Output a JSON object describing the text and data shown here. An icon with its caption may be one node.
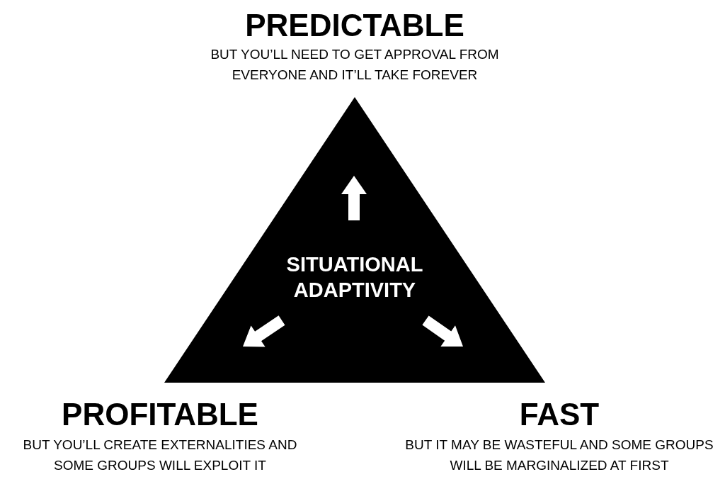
{
  "diagram": {
    "nodes": [
      {
        "text": [
          "SITUATIONAL ADAPTIVITY"
        ]
      }
    ],
    "labels": [
      "PREDICTABLE",
      "BUT YOU’LL NEED TO GET APPROVAL FROM EVERYONE AND IT’LL TAKE FOREVER",
      "PROFITABLE",
      "BUT YOU’LL CREATE EXTERNALITIES AND SOME GROUPS WILL EXPLOIT IT",
      "FAST",
      "BUT IT MAY BE WASTEFUL AND SOME GROUPS WILL BE MARGINALIZED AT FIRST"
    ]
  }
}
